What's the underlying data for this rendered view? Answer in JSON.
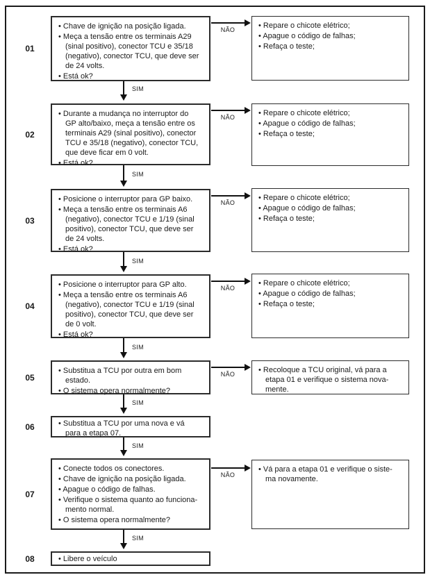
{
  "labels": {
    "yes": "SIM",
    "no": "NÃO"
  },
  "colors": {
    "line": "#1a1a1a",
    "background": "#ffffff",
    "text": "#1a1a1a"
  },
  "steps": [
    {
      "num": "01",
      "bullets": [
        "Chave de ignição na posição ligada.",
        "Meça a tensão entre os terminais A29\n(sinal positivo), conector TCU e 35/18\n(negativo), conector TCU, que deve ser\nde 24 volts.",
        "Está ok?"
      ],
      "no_action": {
        "bullets": [
          "Repare o chicote elétrico;",
          "Apague o código de falhas;",
          "Refaça o teste;"
        ]
      }
    },
    {
      "num": "02",
      "bullets": [
        "Durante a mudança no interruptor do\nGP alto/baixo, meça a tensão entre os\nterminais A29 (sinal positivo), conector\nTCU e 35/18 (negativo), conector TCU,\nque deve ficar em 0 volt.",
        "Está ok?"
      ],
      "no_action": {
        "bullets": [
          "Repare o chicote elétrico;",
          "Apague o código de falhas;",
          "Refaça o teste;"
        ]
      }
    },
    {
      "num": "03",
      "bullets": [
        "Posicione o interruptor para GP baixo.",
        "Meça a tensão entre os terminais A6\n(negativo), conector TCU e 1/19 (sinal\npositivo), conector TCU, que deve ser\nde 24 volts.",
        "Está ok?"
      ],
      "no_action": {
        "bullets": [
          "Repare o chicote elétrico;",
          "Apague o código de falhas;",
          "Refaça o teste;"
        ]
      }
    },
    {
      "num": "04",
      "bullets": [
        "Posicione o interruptor para GP alto.",
        "Meça a tensão entre os terminais A6\n(negativo), conector TCU e 1/19 (sinal\npositivo), conector TCU, que deve ser\nde 0 volt.",
        "Está ok?"
      ],
      "no_action": {
        "bullets": [
          "Repare o chicote elétrico;",
          "Apague o código de falhas;",
          "Refaça o teste;"
        ]
      }
    },
    {
      "num": "05",
      "bullets": [
        "Substitua a TCU por outra em bom\nestado.",
        "O sistema opera normalmente?"
      ],
      "no_action": {
        "bullets": [
          "Recoloque a TCU original, vá para a\netapa 01 e verifique o sistema nova-\nmente."
        ]
      }
    },
    {
      "num": "06",
      "bullets": [
        "Substitua a TCU por uma nova e vá\npara a etapa 07."
      ]
    },
    {
      "num": "07",
      "bullets": [
        "Conecte todos os conectores.",
        "Chave de ignição na posição ligada.",
        "Apague o código de falhas.",
        "Verifique o sistema quanto ao funciona-\nmento normal.",
        "O sistema opera normalmente?"
      ],
      "no_action": {
        "bullets": [
          "Vá para a etapa 01 e verifique o siste-\nma novamente."
        ]
      }
    },
    {
      "num": "08",
      "bullets": [
        "Libere o veículo"
      ]
    }
  ]
}
